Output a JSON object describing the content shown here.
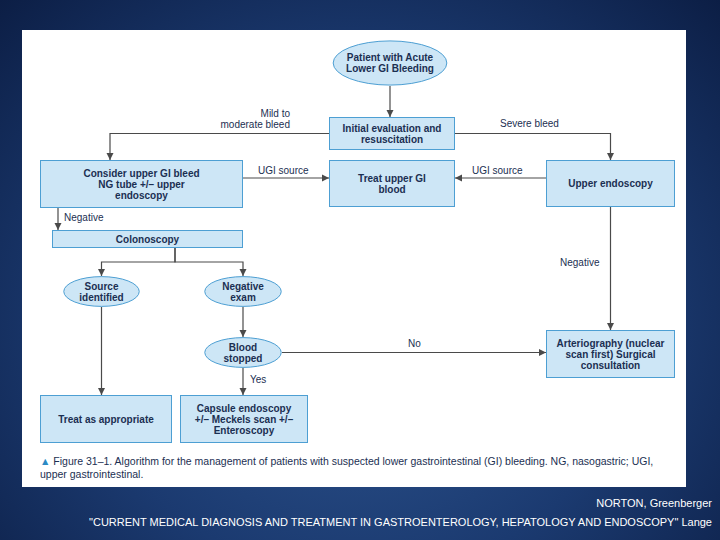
{
  "diagram": {
    "caption": "▲ Figure 31–1. Algorithm for the management of patients with suspected lower gastrointestinal (GI) bleeding. NG, nasogastric; UGI, upper gastrointestinal.",
    "nodes": [
      {
        "text": [
          "Patient with Acute Lower GI Bleeding"
        ]
      },
      {
        "text": [
          "Initial evaluation and resuscitation"
        ]
      },
      {
        "text": [
          "Consider upper GI bleed NG tube +/– upper endoscopy"
        ]
      },
      {
        "text": [
          "Treat upper GI blood"
        ]
      },
      {
        "text": [
          "Upper endoscopy"
        ]
      },
      {
        "text": [
          "Colonoscopy"
        ]
      },
      {
        "text": [
          "Source identified"
        ]
      },
      {
        "text": [
          "Negative exam"
        ]
      },
      {
        "text": [
          "Blood stopped"
        ]
      },
      {
        "text": [
          "Arteriography (nuclear scan first) Surgical consultation"
        ]
      },
      {
        "text": [
          "Treat as appropriate"
        ]
      },
      {
        "text": [
          "Capsule endoscopy +/– Meckels scan +/– Enteroscopy"
        ]
      }
    ],
    "edges": [
      {
        "from": 0,
        "to": 1,
        "arrow": "to"
      },
      {
        "from": 1,
        "to": 2,
        "label": "Mild to moderate bleed",
        "arrow": "to"
      },
      {
        "from": 1,
        "to": 4,
        "label": "Severe bleed",
        "arrow": "to"
      },
      {
        "from": 2,
        "to": 3,
        "label": "UGI source",
        "arrow": "to"
      },
      {
        "from": 4,
        "to": 3,
        "label": "UGI source",
        "arrow": "to"
      },
      {
        "from": 2,
        "to": 5,
        "label": "Negative",
        "arrow": "to"
      },
      {
        "from": 4,
        "to": 9,
        "label": "Negative",
        "arrow": "to"
      },
      {
        "from": 5,
        "to": 6,
        "arrow": "to"
      },
      {
        "from": 5,
        "to": 7,
        "arrow": "to"
      },
      {
        "from": 7,
        "to": 8,
        "arrow": "to"
      },
      {
        "from": 8,
        "to": 9,
        "label": "No",
        "arrow": "to"
      },
      {
        "from": 8,
        "to": 11,
        "label": "Yes",
        "arrow": "to"
      },
      {
        "from": 6,
        "to": 10,
        "arrow": "to"
      }
    ],
    "labels": [
      "NORTON, Greenberger",
      "\"CURRENT MEDICAL DIAGNOSIS AND TREATMENT IN GASTROENTEROLOGY, HEPATOLOGY AND ENDOSCOPY\" Lange"
    ]
  }
}
